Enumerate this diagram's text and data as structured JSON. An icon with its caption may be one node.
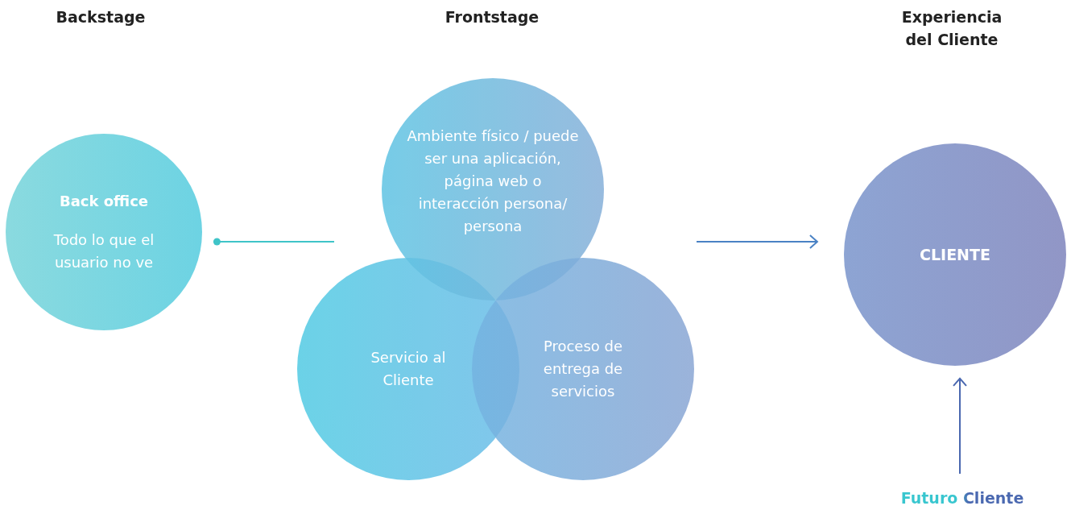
{
  "diagram": {
    "nodes": [
      {
        "text": [
          "Back office",
          "Todo lo que el usuario no ve"
        ]
      },
      {
        "text": [
          "Ambiente físico / puede ser una aplicación, página web o interacción persona/ persona"
        ]
      },
      {
        "text": [
          "Servicio al Cliente"
        ]
      },
      {
        "text": [
          "Proceso de entrega de servicios"
        ]
      },
      {
        "text": [
          "CLIENTE"
        ]
      },
      {
        "text": [
          "Futuro Cliente"
        ]
      }
    ],
    "edges": [
      {
        "from": 0,
        "to": null,
        "arrow": "other",
        "color": "#3fc4c8"
      },
      {
        "from": null,
        "to": 4,
        "arrow": "to",
        "color": "#4a82c4"
      },
      {
        "from": 5,
        "to": 4,
        "arrow": "to",
        "color": "#4a68b0"
      }
    ],
    "labels": [
      "Backstage",
      "Frontstage",
      "Experiencia del Cliente"
    ]
  }
}
